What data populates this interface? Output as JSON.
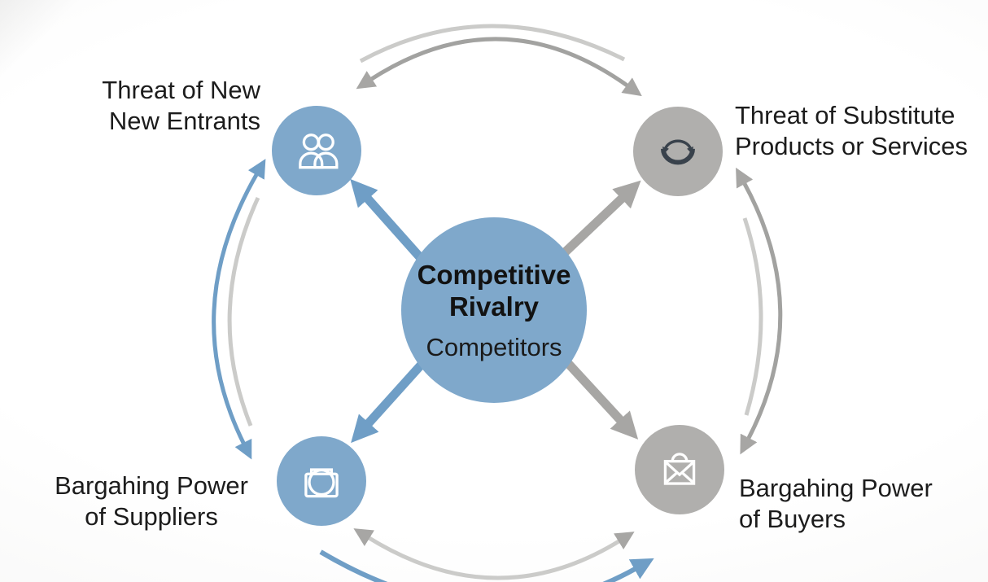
{
  "diagram": {
    "center": {
      "line1": "Competitive",
      "line2": "Rivalry",
      "subtitle": "Competitors"
    },
    "forces": [
      {
        "name": "new-entrants",
        "line1": "Threat of New",
        "line2": "New Entrants",
        "icon": "people-icon",
        "node_color": "blue"
      },
      {
        "name": "substitutes",
        "line1": "Threat of Substitute",
        "line2": "Products or Services",
        "icon": "cycle-refresh-icon",
        "node_color": "gray"
      },
      {
        "name": "suppliers",
        "line1": "Bargahing Power",
        "line2": "of Suppliers",
        "icon": "camera-icon",
        "node_color": "blue"
      },
      {
        "name": "buyers",
        "line1": "Bargahing Power",
        "line2": "of Buyers",
        "icon": "envelope-bag-icon",
        "node_color": "gray"
      }
    ]
  },
  "colors": {
    "node_blue": "#7fa8cb",
    "node_gray": "#b0afad",
    "arrow_blue": "#6f9ec6",
    "arrow_gray": "#a7a6a4",
    "arc_dark": "#a2a2a0",
    "arc_light": "#cbcbc9",
    "icon_dark": "#39424c",
    "icon_light": "#ffffff",
    "text_dark": "#1c1c1c"
  }
}
